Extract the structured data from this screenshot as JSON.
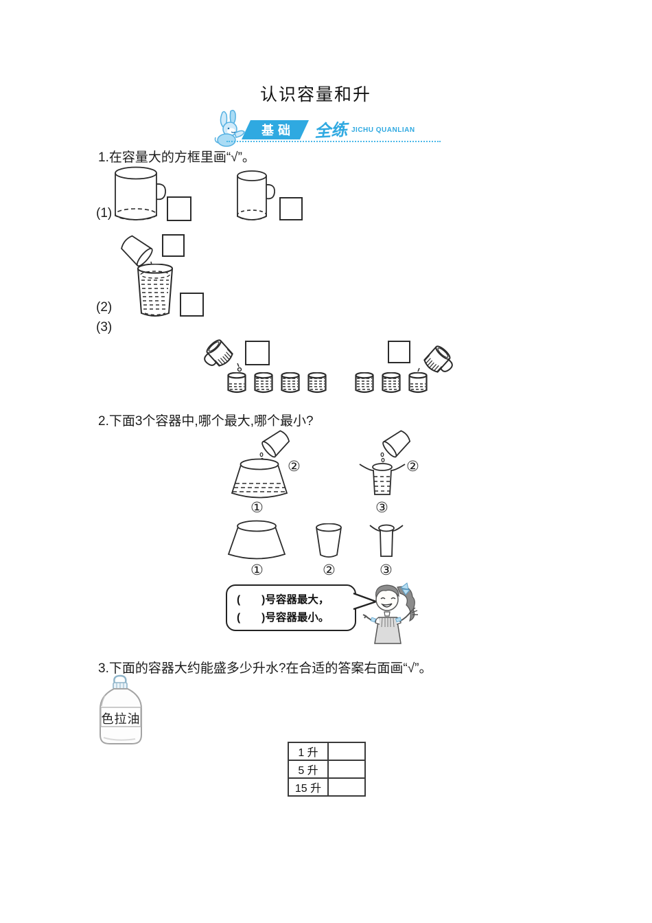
{
  "page": {
    "title": "认识容量和升"
  },
  "banner": {
    "badge_text": "基础",
    "script_text": "全练",
    "subtitle": "JICHU QUANLIAN"
  },
  "q1": {
    "prompt": "1.在容量大的方框里画“√”。",
    "item1_label": "(1)",
    "item2_label": "(2)",
    "item3_label": "(3)"
  },
  "q2": {
    "prompt": "2.下面3个容器中,哪个最大,哪个最小?",
    "pour_left_cup_label": "②",
    "pour_left_container_label": "①",
    "pour_right_cup_label": "②",
    "pour_right_container_label": "③",
    "row_container1_label": "①",
    "row_container2_label": "②",
    "row_container3_label": "③",
    "bubble": {
      "line1": "(　　)号容器最大，",
      "line2": "(　　)号容器最小。"
    }
  },
  "q3": {
    "prompt": "3.下面的容器大约能盛多少升水?在合适的答案右面画“√”。",
    "bottle_label": "色拉油",
    "table": {
      "rows": [
        {
          "label": "1 升",
          "answer": ""
        },
        {
          "label": "5 升",
          "answer": ""
        },
        {
          "label": "15 升",
          "answer": ""
        }
      ]
    }
  }
}
